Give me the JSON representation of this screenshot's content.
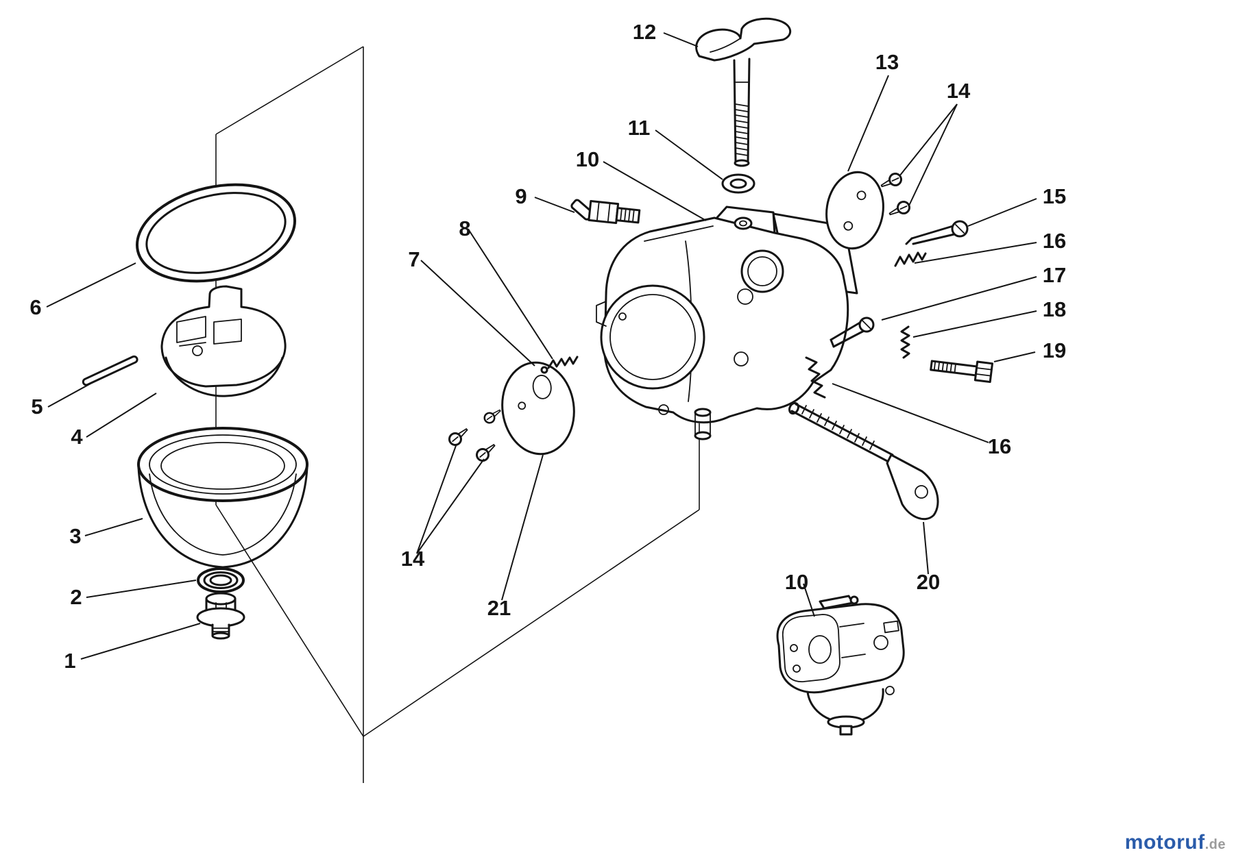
{
  "colors": {
    "background": "#ffffff",
    "line": "#141414",
    "watermark_blue": "#2b5caa",
    "watermark_gray": "#9b9b9b"
  },
  "callouts": [
    {
      "id": "callout-12",
      "label": "12"
    },
    {
      "id": "callout-11",
      "label": "11"
    },
    {
      "id": "callout-10",
      "label": "10"
    },
    {
      "id": "callout-9",
      "label": "9"
    },
    {
      "id": "callout-13",
      "label": "13"
    },
    {
      "id": "callout-14-right",
      "label": "14"
    },
    {
      "id": "callout-15",
      "label": "15"
    },
    {
      "id": "callout-16",
      "label": "16"
    },
    {
      "id": "callout-17",
      "label": "17"
    },
    {
      "id": "callout-18",
      "label": "18"
    },
    {
      "id": "callout-19",
      "label": "19"
    },
    {
      "id": "callout-16-second",
      "label": "16"
    },
    {
      "id": "callout-20",
      "label": "20"
    },
    {
      "id": "callout-10-second",
      "label": "10"
    },
    {
      "id": "callout-8",
      "label": "8"
    },
    {
      "id": "callout-7",
      "label": "7"
    },
    {
      "id": "callout-14-left",
      "label": "14"
    },
    {
      "id": "callout-21",
      "label": "21"
    },
    {
      "id": "callout-6",
      "label": "6"
    },
    {
      "id": "callout-5",
      "label": "5"
    },
    {
      "id": "callout-4",
      "label": "4"
    },
    {
      "id": "callout-3",
      "label": "3"
    },
    {
      "id": "callout-2",
      "label": "2"
    },
    {
      "id": "callout-1",
      "label": "1"
    }
  ],
  "watermark": {
    "brand": "motoruf",
    "tld": ".de"
  }
}
